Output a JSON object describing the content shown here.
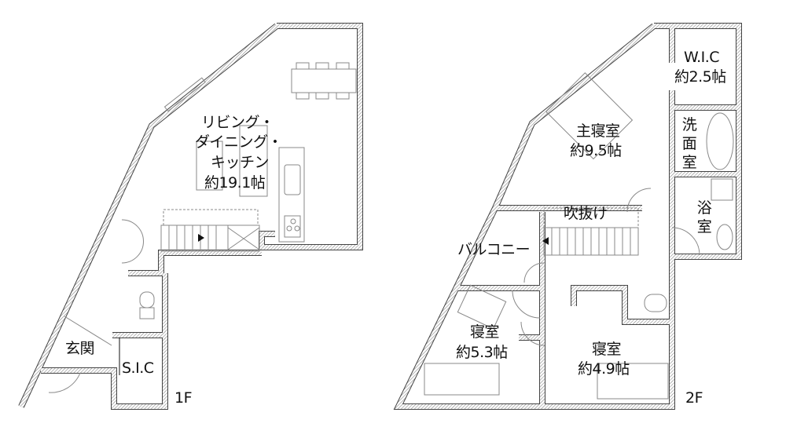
{
  "floor1": {
    "label": "1F",
    "rooms": {
      "ldk_line1": "リビング・",
      "ldk_line2": "ダイニング・",
      "ldk_line3": "キッチン",
      "ldk_area": "約19.1帖",
      "entrance": "玄関",
      "sic": "S.I.C"
    }
  },
  "floor2": {
    "label": "2F",
    "rooms": {
      "wic": "W.I.C",
      "wic_area": "約2.5帖",
      "master": "主寝室",
      "master_area": "約9.5帖",
      "washroom": "洗面室",
      "bathroom": "浴室",
      "void": "吹抜け",
      "balcony": "バルコニー",
      "bedroom_a": "寝室",
      "bedroom_a_area": "約5.3帖",
      "bedroom_b": "寝室",
      "bedroom_b_area": "約4.9帖"
    }
  },
  "colors": {
    "wall": "#555555",
    "fixture": "#8a8a8a"
  }
}
